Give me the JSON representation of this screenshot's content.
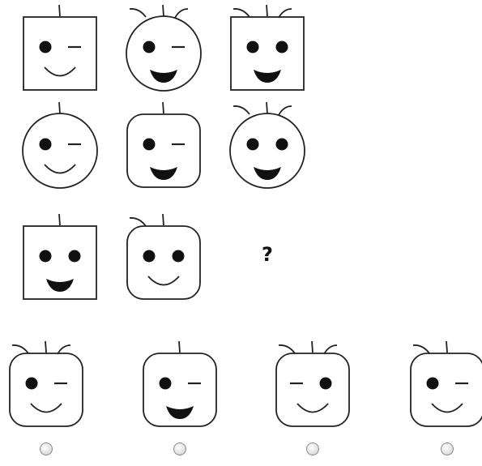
{
  "puzzle": {
    "missing_symbol": "?",
    "grid": [
      [
        {
          "head": "square",
          "hair": 1,
          "eyes": "left-dot-right-dash",
          "mouth": "smile"
        },
        {
          "head": "circle",
          "hair": 3,
          "eyes": "left-dot-right-dash",
          "mouth": "filled"
        },
        {
          "head": "square",
          "hair": 3,
          "eyes": "two-dots",
          "mouth": "filled"
        }
      ],
      [
        {
          "head": "circle",
          "hair": 1,
          "eyes": "left-dot-right-dash",
          "mouth": "smile"
        },
        {
          "head": "rounded",
          "hair": 1,
          "eyes": "left-dot-right-dash",
          "mouth": "filled"
        },
        {
          "head": "circle",
          "hair": 3,
          "eyes": "two-dots",
          "mouth": "filled"
        }
      ],
      [
        {
          "head": "square",
          "hair": 1,
          "eyes": "two-dots",
          "mouth": "filled"
        },
        {
          "head": "rounded",
          "hair": 2,
          "eyes": "two-dots",
          "mouth": "smile"
        },
        null
      ]
    ],
    "options": [
      {
        "head": "rounded",
        "hair": 3,
        "eyes": "left-dot-right-dash",
        "mouth": "smile"
      },
      {
        "head": "rounded",
        "hair": 1,
        "eyes": "left-dot-right-dash",
        "mouth": "filled"
      },
      {
        "head": "rounded",
        "hair": 3,
        "eyes": "left-dash-right-dot",
        "mouth": "smile"
      },
      {
        "head": "rounded",
        "hair": 2,
        "eyes": "left-dot-right-dash",
        "mouth": "smile"
      }
    ]
  }
}
